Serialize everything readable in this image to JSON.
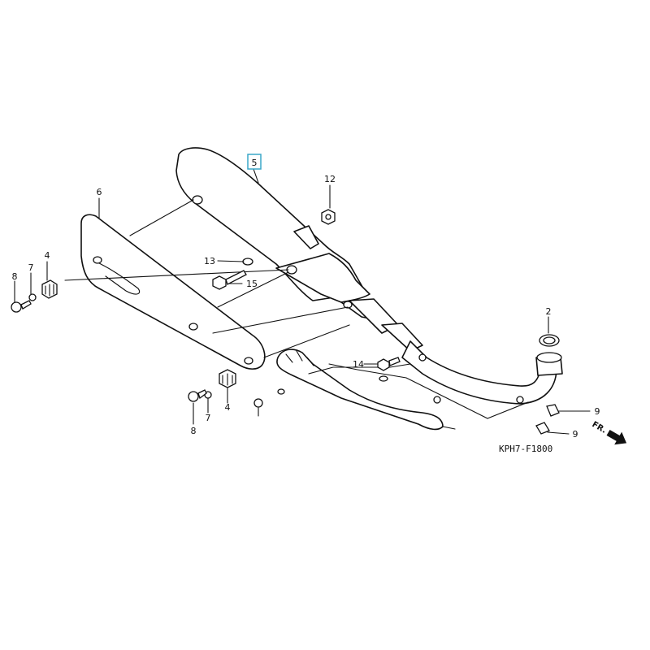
{
  "callouts": {
    "c2": "2",
    "c4a": "4",
    "c4b": "4",
    "c5": "5",
    "c6": "6",
    "c7a": "7",
    "c7b": "7",
    "c8a": "8",
    "c8b": "8",
    "c9a": "9",
    "c9b": "9",
    "c12": "12",
    "c13": "13",
    "c14": "14",
    "c15": "15"
  },
  "diagram_code": "KPH7-F1800",
  "direction_label": "FR.",
  "highlighted_part": "5",
  "colors": {
    "highlight": "#3aa7c9",
    "ink": "#111111"
  }
}
